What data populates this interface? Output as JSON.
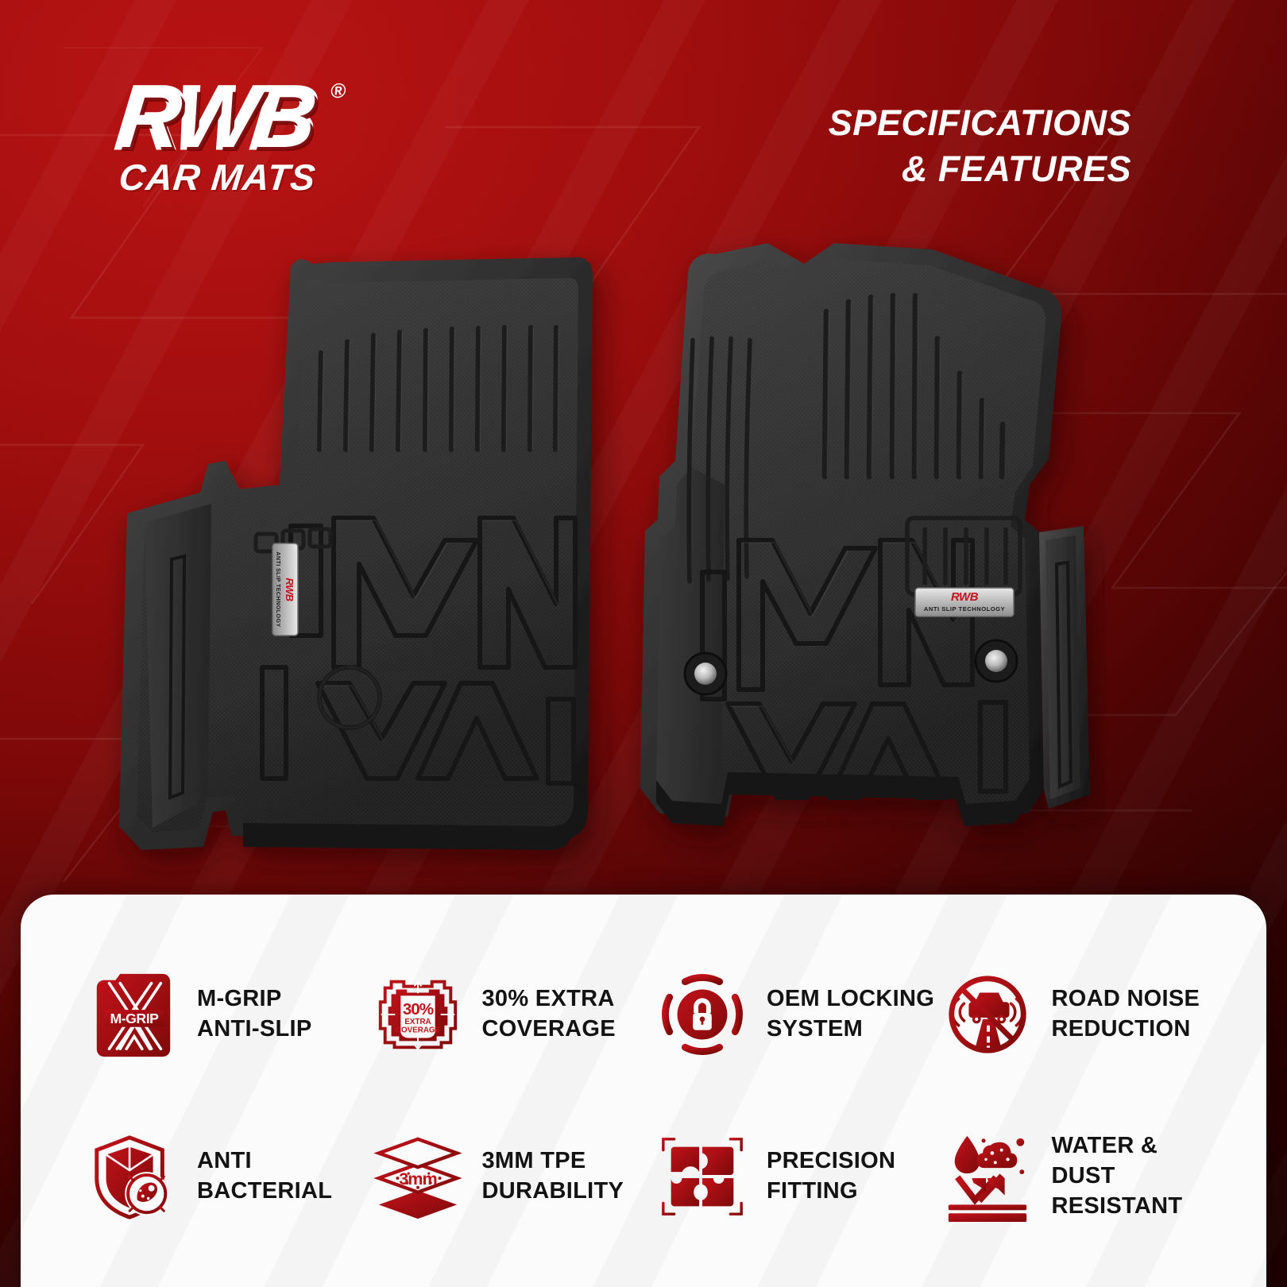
{
  "brand": {
    "logo_text": "RWB",
    "registered_mark": "®",
    "logo_subtitle": "CAR MATS"
  },
  "header": {
    "title_line1": "SPECIFICATIONS",
    "title_line2": "& FEATURES"
  },
  "product": {
    "type": "car floor mats",
    "description": "Pair of black TPE 3D moulded front car floor mats shown on red background",
    "mats": [
      {
        "side": "driver",
        "badge_text": "ANTI SLIP TECHNOLOGY",
        "badge_logo": "RWB"
      },
      {
        "side": "passenger",
        "badge_text": "ANTI SLIP TECHNOLOGY",
        "badge_logo": "RWB"
      }
    ]
  },
  "colors": {
    "brand_red": "#b51212",
    "deep_red": "#7d0808",
    "dark_maroon": "#420303",
    "icon_red": "#c1121a",
    "icon_dark_red": "#8b0d0d",
    "panel_white": "#fbfbfb",
    "text_black": "#131313",
    "mat_black": "#2e2e2e"
  },
  "features": [
    {
      "icon": "m-grip-mat-icon",
      "icon_text": "M-GRIP",
      "label": "M-GRIP\nANTI-SLIP"
    },
    {
      "icon": "extra-coverage-shield-icon",
      "icon_text_big": "30%",
      "icon_text_small1": "EXTRA",
      "icon_text_small2": "COVERAGE",
      "label": "30% EXTRA\nCOVERAGE"
    },
    {
      "icon": "padlock-icon",
      "label": "OEM LOCKING\nSYSTEM"
    },
    {
      "icon": "no-road-noise-icon",
      "label": "ROAD NOISE\nREDUCTION"
    },
    {
      "icon": "shield-bacteria-icon",
      "label": "ANTI\nBACTERIAL"
    },
    {
      "icon": "layers-thickness-icon",
      "icon_text": "3mm",
      "label": "3MM TPE\nDURABILITY"
    },
    {
      "icon": "puzzle-pieces-icon",
      "label": "PRECISION\nFITTING"
    },
    {
      "icon": "water-dust-repel-icon",
      "label": "WATER & DUST\nRESISTANT"
    }
  ]
}
